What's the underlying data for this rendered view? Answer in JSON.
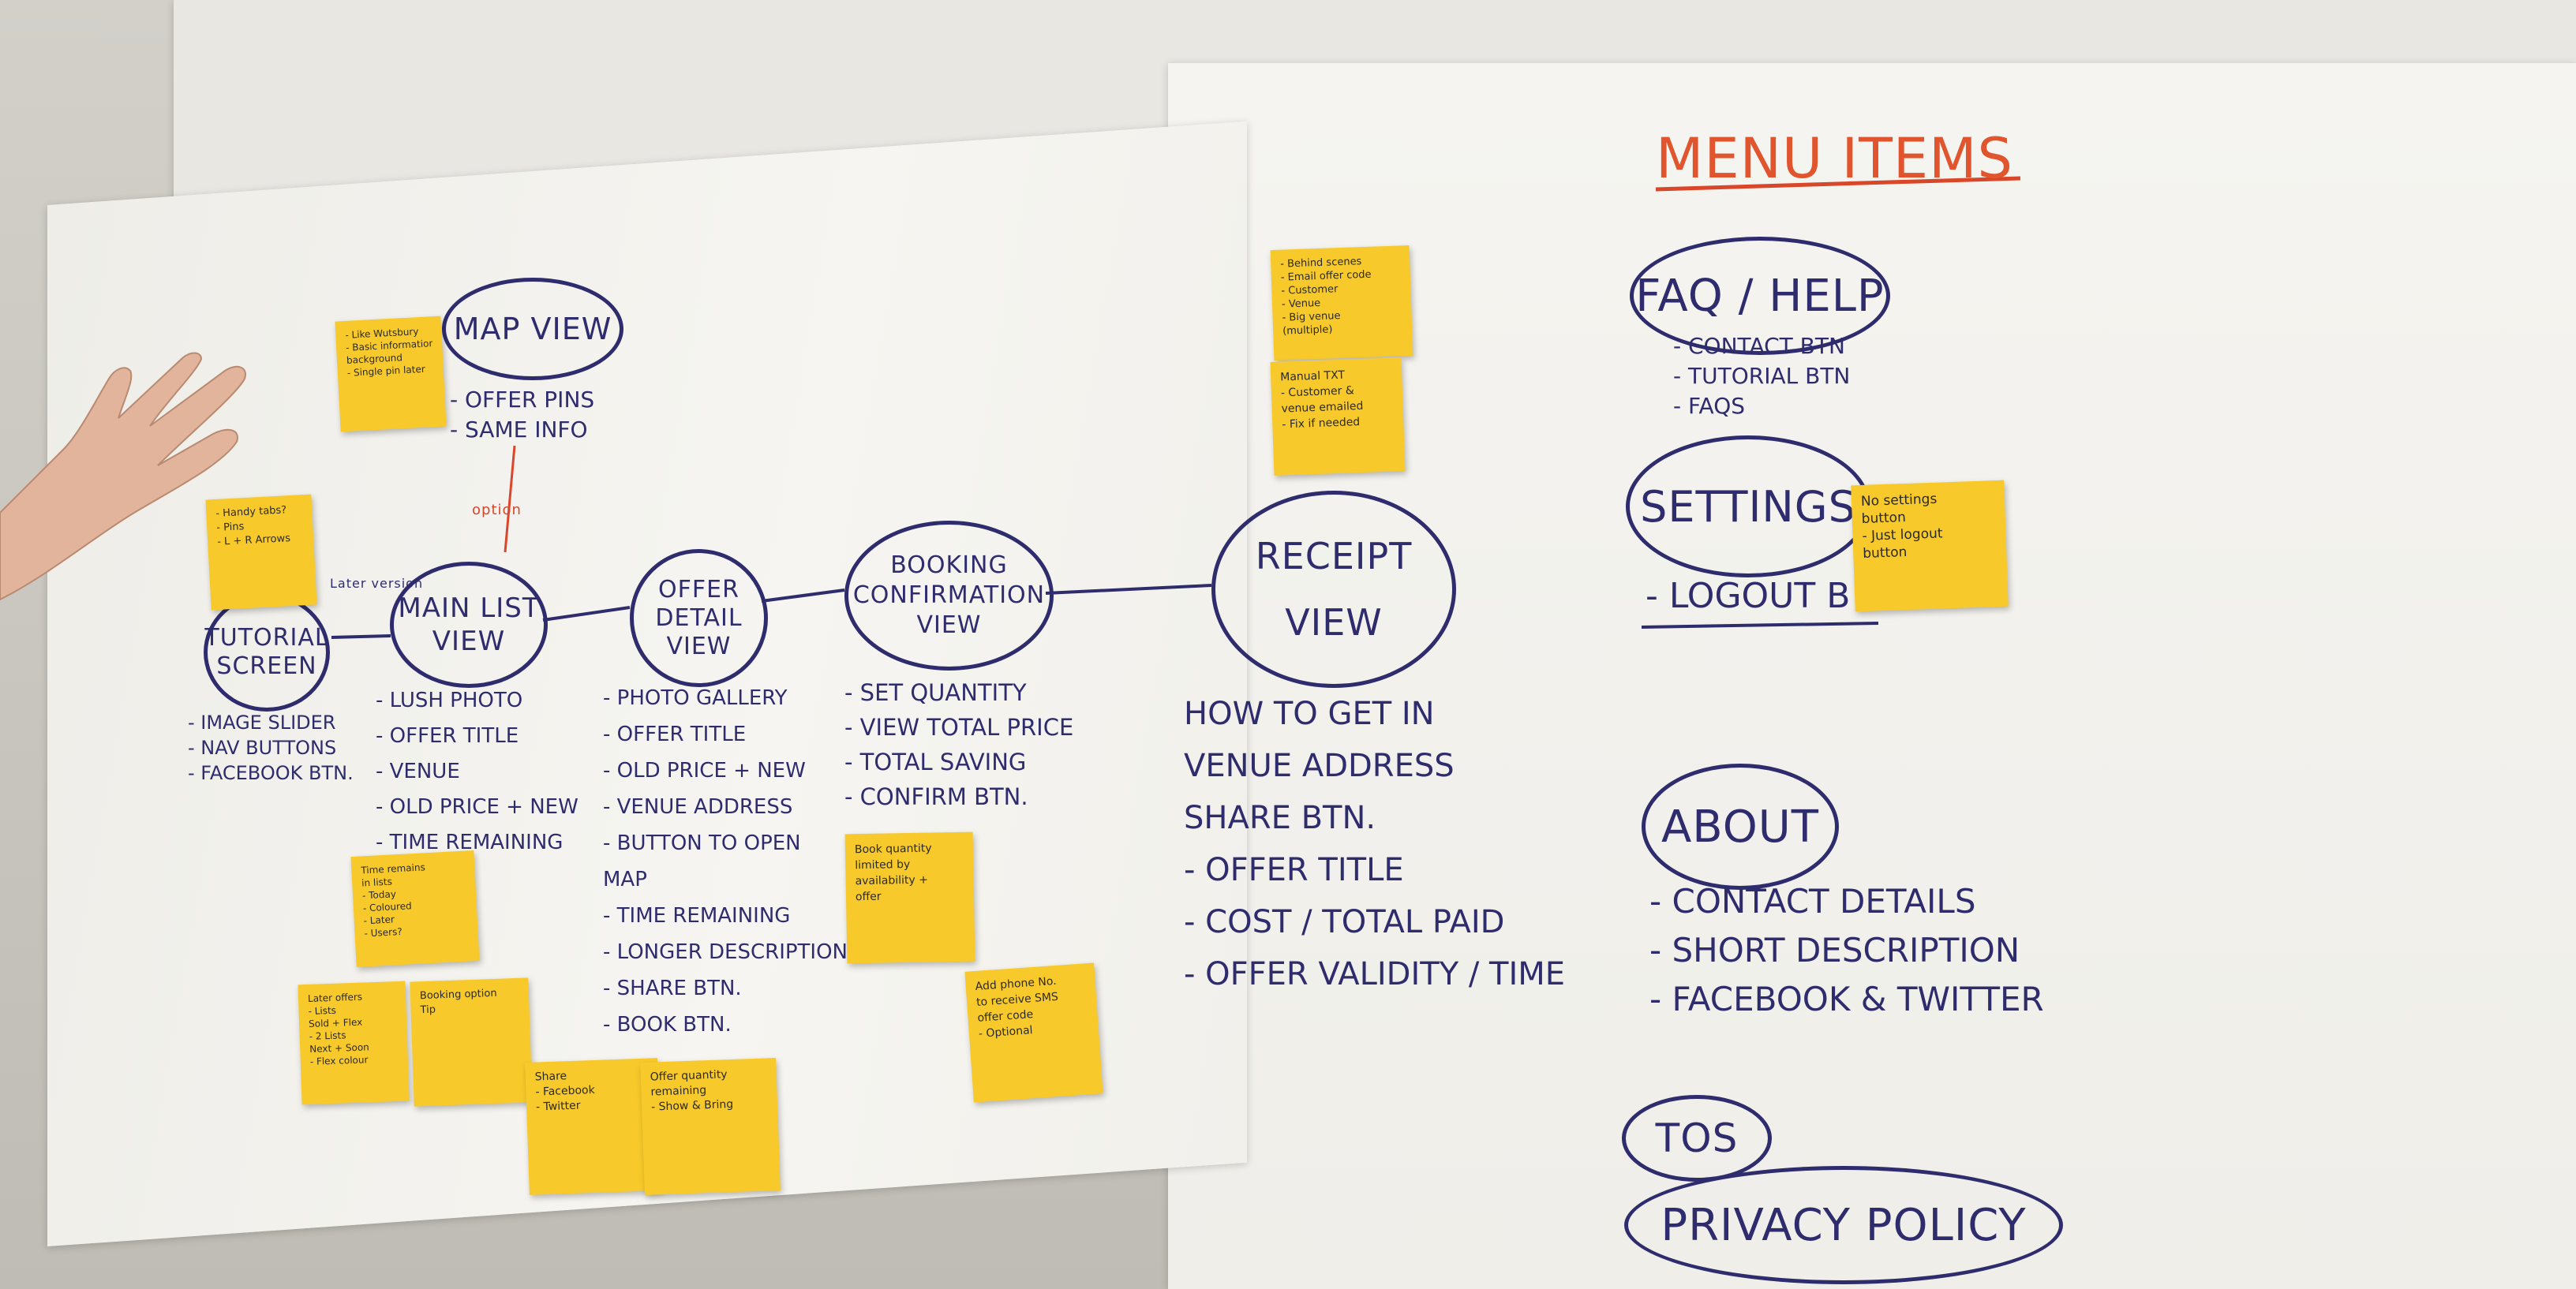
{
  "board": {
    "nodes": {
      "map_view": "MAP VIEW",
      "tutorial_screen": [
        "TUTORIAL",
        "SCREEN"
      ],
      "main_list_view": [
        "MAIN LIST",
        "VIEW"
      ],
      "offer_detail_view": [
        "OFFER",
        "DETAIL",
        "VIEW"
      ],
      "booking_confirmation_view": [
        "BOOKING",
        "CONFIRMATION",
        "VIEW"
      ],
      "receipt_view": [
        "RECEIPT",
        "VIEW"
      ]
    },
    "lists": {
      "map_view": [
        "- OFFER PINS",
        "- SAME INFO"
      ],
      "tutorial_screen": [
        "- IMAGE SLIDER",
        "- NAV BUTTONS",
        "- FACEBOOK BTN."
      ],
      "main_list_view": [
        "- LUSH PHOTO",
        "- OFFER TITLE",
        "- VENUE",
        "- OLD PRICE + NEW",
        "- TIME REMAINING"
      ],
      "offer_detail_view": [
        "- PHOTO GALLERY",
        "- OFFER TITLE",
        "- OLD PRICE + NEW",
        "- VENUE ADDRESS",
        "- BUTTON TO OPEN",
        "  MAP",
        "- TIME REMAINING",
        "- LONGER DESCRIPTION",
        "- SHARE BTN.",
        "- BOOK BTN."
      ],
      "booking_confirmation_view": [
        "- SET QUANTITY",
        "- VIEW TOTAL PRICE",
        "- TOTAL SAVING",
        "- CONFIRM BTN."
      ],
      "receipt_view": [
        "HOW TO GET IN",
        "VENUE ADDRESS",
        "SHARE BTN.",
        "- OFFER TITLE",
        "- COST / TOTAL PAID",
        "- OFFER VALIDITY / TIME"
      ]
    },
    "connector_note": "Later version",
    "map_link_note": "option"
  },
  "menu": {
    "title": "MENU ITEMS",
    "faq": "FAQ / HELP",
    "faq_items": [
      "- CONTACT BTN",
      "- TUTORIAL BTN",
      "- FAQS"
    ],
    "settings": "SETTINGS",
    "settings_items": [
      "- LOGOUT B"
    ],
    "about": "ABOUT",
    "about_items": [
      "- CONTACT DETAILS",
      "- SHORT DESCRIPTION",
      "- FACEBOOK & TWITTER"
    ],
    "tos": "TOS",
    "privacy": "PRIVACY POLICY"
  },
  "stickies": {
    "map": [
      "- Like Wutsbury",
      "- Basic information",
      "  background",
      "- Single pin later"
    ],
    "tutorial": [
      "- Handy tabs?",
      "- Pins",
      "- L + R Arrows"
    ],
    "receipt_top": [
      "- Behind scenes",
      "- Email offer code",
      "  - Customer",
      "  - Venue",
      "  - Big venue",
      "    (multiple)"
    ],
    "receipt_manual": [
      "Manual TXT",
      "- Customer &",
      "  venue emailed",
      "- Fix if needed"
    ],
    "settings": [
      "No settings",
      "button",
      "- Just logout",
      "  button"
    ],
    "mainlist_time": [
      "Time remains",
      "in lists",
      "- Today",
      "  - Coloured",
      "  - Later",
      "  - Users?"
    ],
    "mainlist_later": [
      "Later offers",
      "- Lists",
      "  Sold + Flex",
      "- 2 Lists",
      "  Next + Soon",
      "- Flex colour"
    ],
    "mainlist_booking": [
      "Booking option",
      "Tip"
    ],
    "offer_share": [
      "Share",
      "- Facebook",
      "- Twitter"
    ],
    "offer_quantity": [
      "Offer quantity",
      "remaining",
      "- Show & Bring"
    ],
    "booking_qty": [
      "Book quantity",
      "limited by",
      "availability +",
      "offer"
    ],
    "booking_phone": [
      "Add phone No.",
      "to receive SMS",
      "offer code",
      "- Optional"
    ]
  }
}
